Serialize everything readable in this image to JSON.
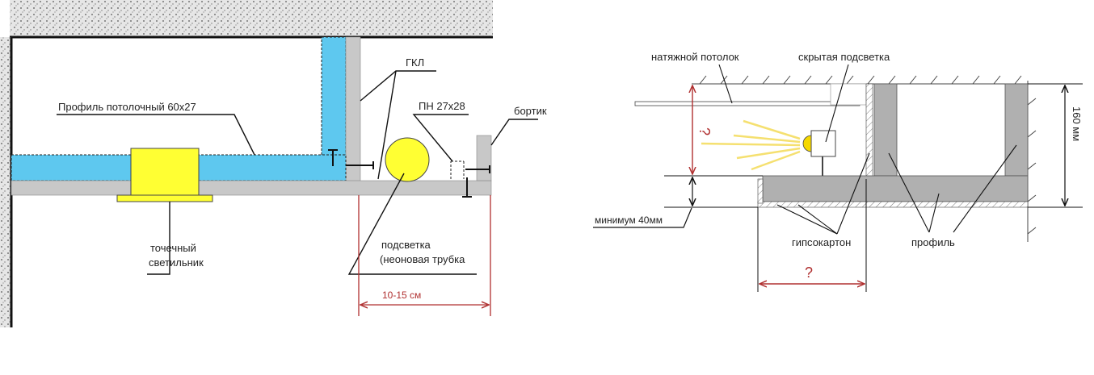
{
  "left_diagram": {
    "labels": {
      "gkl": "ГКЛ",
      "profile": "Профиль потолочный  60х27",
      "pn": "ПН  27х28",
      "bortik": "бортик",
      "spot_line1": "точечный",
      "spot_line2": "светильник",
      "backlight_line1": "подсветка",
      "backlight_line2": "(неоновая трубка",
      "dimension": "10-15 см"
    }
  },
  "right_diagram": {
    "labels": {
      "stretch_ceiling": "натяжной потолок",
      "hidden_light": "скрытая подсветка",
      "height": "160 мм",
      "question_vertical": "?",
      "minimum": "минимум 40мм",
      "drywall": "гипсокартон",
      "profile": "профиль",
      "question_horizontal": "?"
    }
  },
  "colors": {
    "profile_blue": "#5ec8ef",
    "lamp_yellow": "#ffff33",
    "drywall_grey": "#c8c8c8",
    "dimension_red": "#b03030",
    "concrete": "#d8d8d8"
  }
}
